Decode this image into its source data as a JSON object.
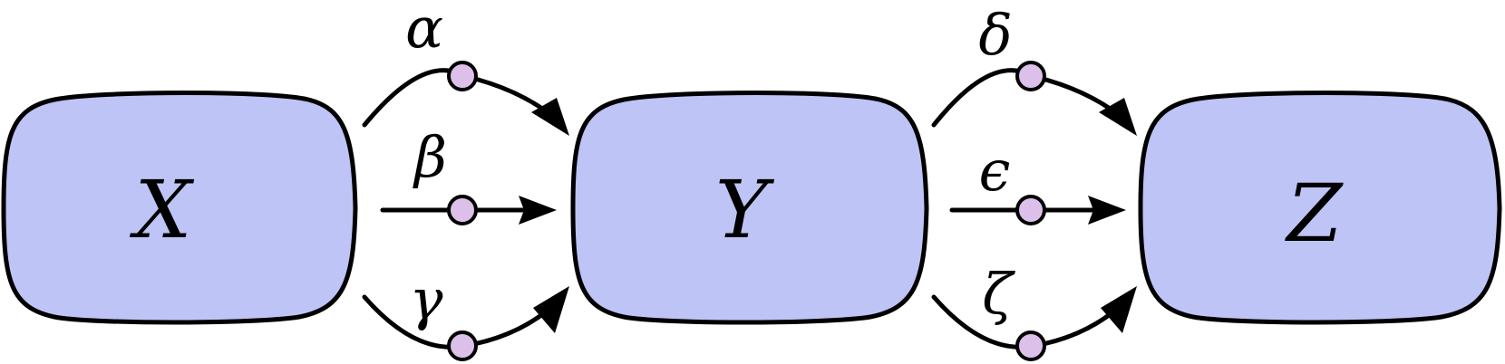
{
  "nodes": {
    "x": {
      "label": "X",
      "color": "#bec4f5"
    },
    "y": {
      "label": "Y",
      "color": "#bec4f5"
    },
    "z": {
      "label": "Z",
      "color": "#bec4f5"
    }
  },
  "edges": {
    "alpha": {
      "label": "α",
      "from": "X",
      "to": "Y"
    },
    "beta": {
      "label": "β",
      "from": "X",
      "to": "Y"
    },
    "gamma": {
      "label": "γ",
      "from": "X",
      "to": "Y"
    },
    "delta": {
      "label": "δ",
      "from": "Y",
      "to": "Z"
    },
    "epsilon": {
      "label": "ϵ",
      "from": "Y",
      "to": "Z"
    },
    "zeta": {
      "label": "ζ",
      "from": "Y",
      "to": "Z"
    }
  },
  "colors": {
    "node_fill": "#bec4f5",
    "dot_fill": "#dcc0ea",
    "stroke": "#000000"
  }
}
